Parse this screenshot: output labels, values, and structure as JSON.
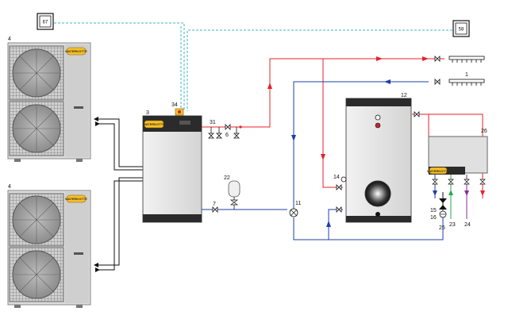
{
  "brand": "WATERKOTTE",
  "sensors": {
    "outdoor": "67",
    "room": "58"
  },
  "labels": {
    "outdoor_unit_top": "4",
    "outdoor_unit_bottom": "4",
    "indoor_unit": "3",
    "indoor_top_valve": "34",
    "safety_group": "31",
    "valve_supply": "6",
    "valve_return": "7",
    "expansion_vessel": "22",
    "three_way_valve": "11",
    "heating_circuit": "1",
    "storage_tank": "12",
    "tank_sensor": "14",
    "fresh_water_station": "26",
    "pump_a": "15",
    "pump_b": "16",
    "pump_c": "25",
    "valve_d": "23",
    "valve_e": "24"
  },
  "colors": {
    "supply": "#e8202a",
    "return": "#1f3fa8",
    "sensor_line": "#3fb6c8",
    "green": "#2aa84a",
    "purple": "#8a2a9a",
    "casing": "#e6e6e6",
    "dark": "#2b2b2b"
  }
}
